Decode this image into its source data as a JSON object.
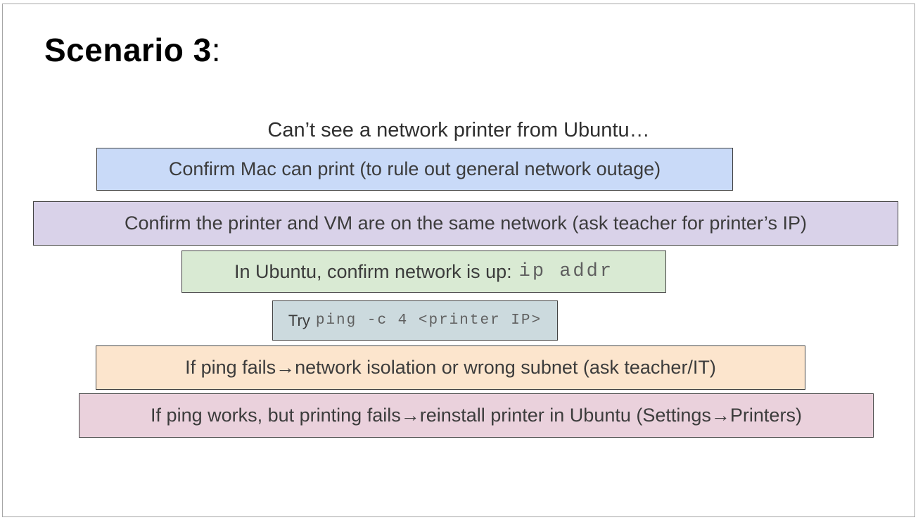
{
  "slide": {
    "title": "Scenario 3",
    "title_colon": ":",
    "subtitle": "Can’t see a network printer from Ubuntu…",
    "border_color": "#434343",
    "steps": [
      {
        "text": "Confirm Mac can print (to rule out general network outage)",
        "bg": "#c9daf8"
      },
      {
        "text": "Confirm the printer and VM are on the same network (ask teacher for printer’s IP)",
        "bg": "#d9d2e9"
      },
      {
        "text": "In Ubuntu, confirm network is up:",
        "code": "ip addr",
        "bg": "#d9ead3"
      },
      {
        "text": "Try",
        "code": "ping -c 4 <printer IP>",
        "bg": "#ccdade"
      },
      {
        "text": "If ping fails→network isolation or wrong subnet (ask teacher/IT)",
        "bg": "#fce5cd"
      },
      {
        "text": "If ping works, but printing fails→reinstall printer in Ubuntu (Settings→Printers)",
        "bg": "#ead1dc"
      }
    ]
  }
}
